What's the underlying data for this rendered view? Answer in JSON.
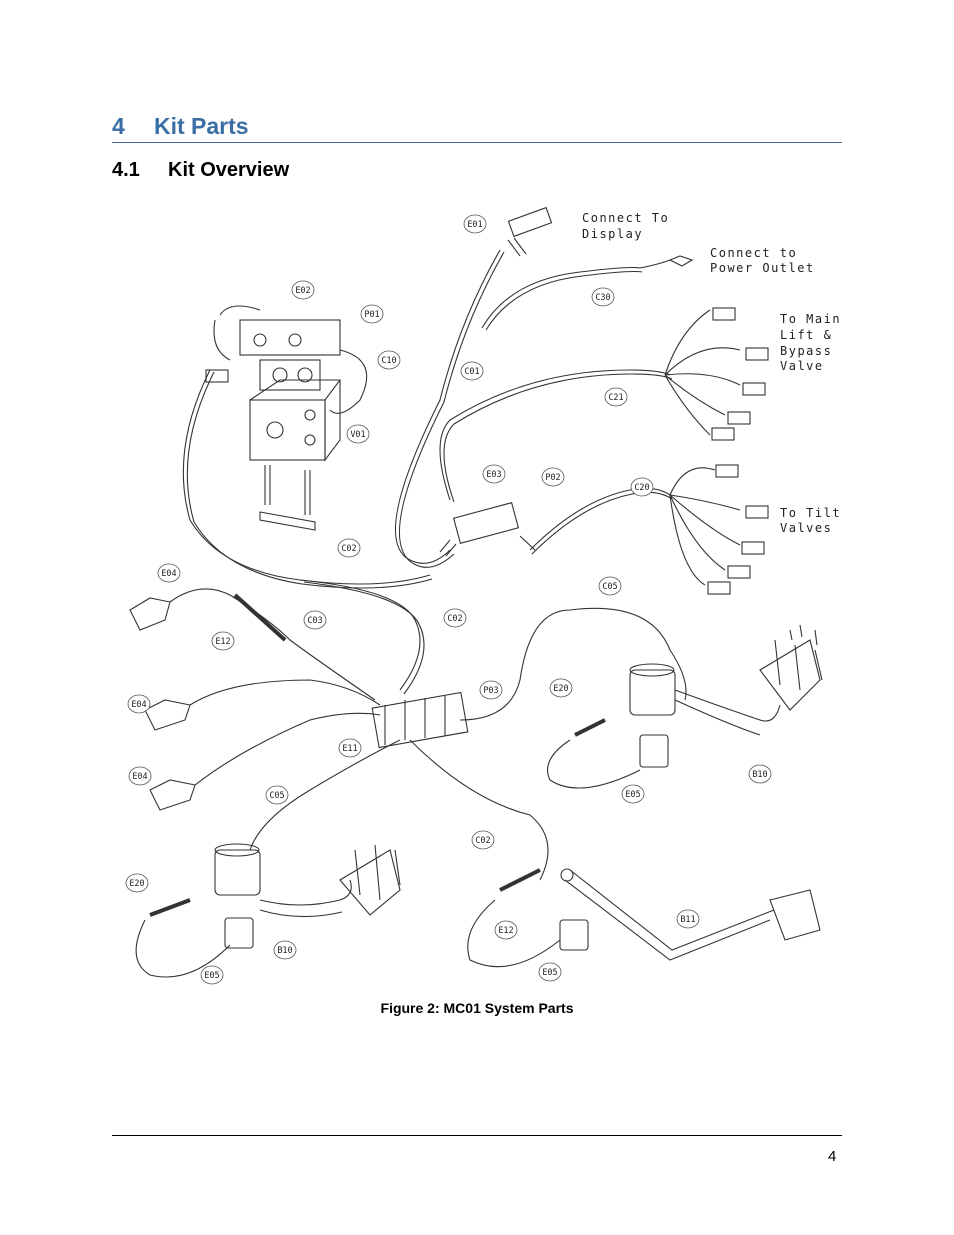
{
  "heading1": {
    "number": "4",
    "text": "Kit Parts"
  },
  "heading2": {
    "number": "4.1",
    "text": "Kit Overview"
  },
  "figure": {
    "caption": "Figure 2: MC01 System Parts",
    "notes": {
      "display_1": "Connect To",
      "display_2": "Display",
      "power_1": "Connect to",
      "power_2": "Power Outlet",
      "main_1": "To Main",
      "main_2": "Lift &",
      "main_3": "Bypass",
      "main_4": "Valve",
      "tilt_1": "To Tilt",
      "tilt_2": "Valves"
    },
    "labels": {
      "e01": "E01",
      "e02": "E02",
      "p01": "P01",
      "c10": "C10",
      "v01": "V01",
      "c30": "C30",
      "c01": "C01",
      "c21": "C21",
      "e03": "E03",
      "p02": "P02",
      "c20": "C20",
      "c02a": "C02",
      "e04a": "E04",
      "e12a": "E12",
      "c03": "C03",
      "c02b": "C02",
      "c05a": "C05",
      "e04b": "E04",
      "p03": "P03",
      "e20a": "E20",
      "e11": "E11",
      "e04c": "E04",
      "b10a": "B10",
      "e05a": "E05",
      "c05b": "C05",
      "c02c": "C02",
      "e20b": "E20",
      "e12b": "E12",
      "b11": "B11",
      "b10b": "B10",
      "e05b": "E05",
      "e05c": "E05"
    }
  },
  "footer": {
    "page_number": "4"
  }
}
